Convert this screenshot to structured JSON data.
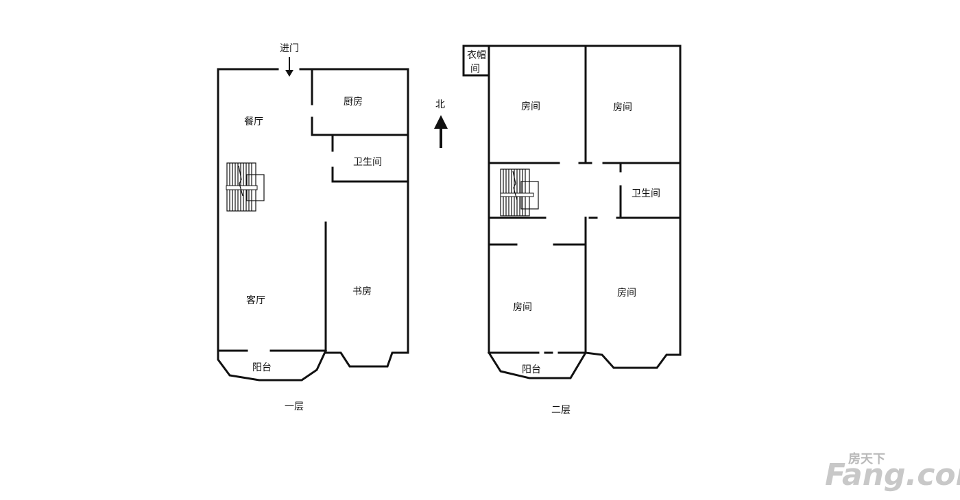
{
  "floor1": {
    "caption": "一层",
    "entrance": "进门",
    "rooms": {
      "dining": "餐厅",
      "kitchen": "厨房",
      "bathroom": "卫生间",
      "living": "客厅",
      "study": "书房",
      "balcony": "阳台"
    }
  },
  "compass": {
    "label": "北"
  },
  "floor2": {
    "caption": "二层",
    "rooms": {
      "closet_line1": "衣帽",
      "closet_line2": "间",
      "room_nw": "房间",
      "room_ne": "房间",
      "bathroom": "卫生间",
      "room_sw": "房间",
      "room_se": "房间",
      "balcony": "阳台"
    }
  },
  "watermark": {
    "cn": "房天下",
    "en": "Fang.com"
  }
}
